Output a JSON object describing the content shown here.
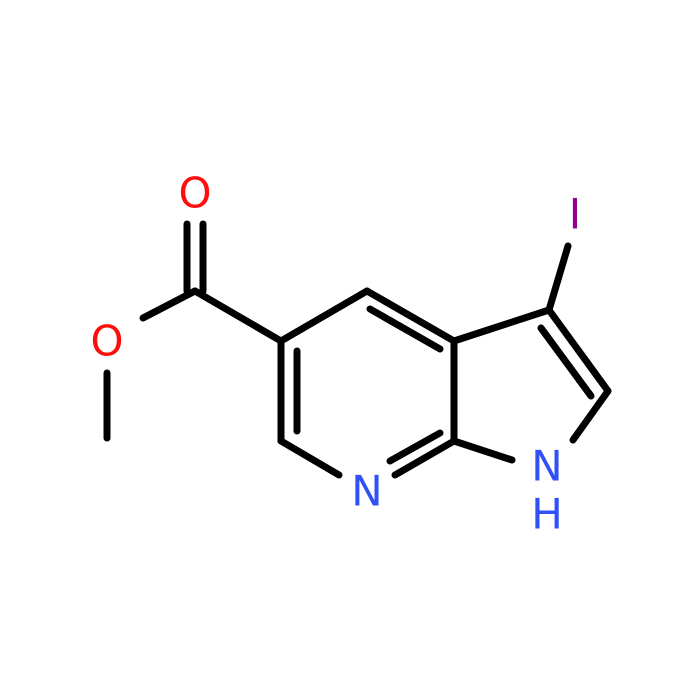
{
  "molecule": {
    "atoms": [
      {
        "id": "O_carbonyl",
        "symbol": "O",
        "color": "#ff0d0d"
      },
      {
        "id": "O_ester",
        "symbol": "O",
        "color": "#ff0d0d"
      },
      {
        "id": "I",
        "symbol": "I",
        "color": "#940094"
      },
      {
        "id": "N_pyridine",
        "symbol": "N",
        "color": "#3050f8"
      },
      {
        "id": "N_pyrrole",
        "symbol": "N",
        "color": "#3050f8"
      },
      {
        "id": "H_pyrrole",
        "symbol": "H",
        "color": "#3050f8"
      }
    ],
    "bond_color": "#000000"
  }
}
